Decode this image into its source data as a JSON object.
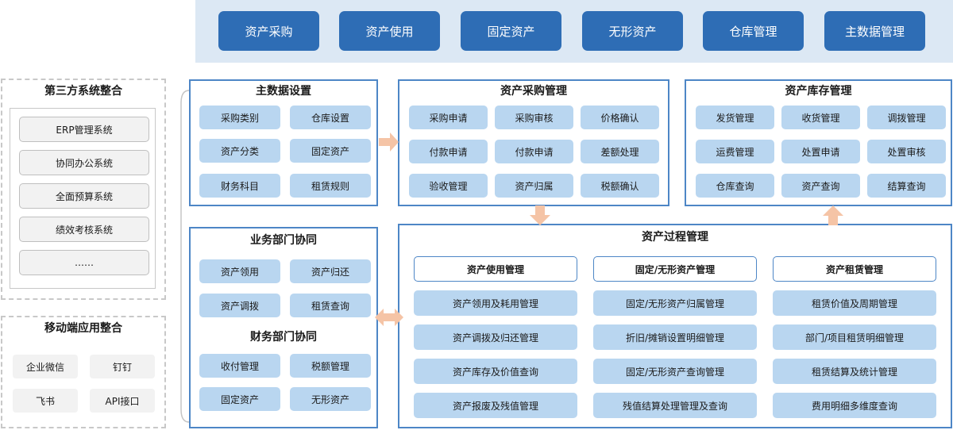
{
  "top_nav": [
    "资产采购",
    "资产使用",
    "固定资产",
    "无形资产",
    "仓库管理",
    "主数据管理"
  ],
  "third_party": {
    "title": "第三方系统整合",
    "items": [
      "ERP管理系统",
      "协同办公系统",
      "全面预算系统",
      "绩效考核系统",
      "……"
    ]
  },
  "mobile": {
    "title": "移动端应用整合",
    "items": [
      "企业微信",
      "钉钉",
      "飞书",
      "API接口"
    ]
  },
  "master_data": {
    "title": "主数据设置",
    "items": [
      "采购类别",
      "仓库设置",
      "资产分类",
      "固定资产",
      "财务科目",
      "租赁规则"
    ]
  },
  "procurement": {
    "title": "资产采购管理",
    "items": [
      "采购申请",
      "采购审核",
      "价格确认",
      "付款申请",
      "付款申请",
      "差额处理",
      "验收管理",
      "资产归属",
      "税额确认"
    ]
  },
  "inventory": {
    "title": "资产库存管理",
    "items": [
      "发货管理",
      "收货管理",
      "调拨管理",
      "运费管理",
      "处置申请",
      "处置审核",
      "仓库查询",
      "资产查询",
      "结算查询"
    ]
  },
  "business_dept": {
    "title": "业务部门协同",
    "items": [
      "资产领用",
      "资产归还",
      "资产调拨",
      "租赁查询"
    ]
  },
  "finance_dept": {
    "title": "财务部门协同",
    "items": [
      "收付管理",
      "税额管理",
      "固定资产",
      "无形资产"
    ]
  },
  "process": {
    "title": "资产过程管理",
    "columns": [
      {
        "title": "资产使用管理",
        "items": [
          "资产领用及耗用管理",
          "资产调拨及归还管理",
          "资产库存及价值查询",
          "资产报废及残值管理"
        ]
      },
      {
        "title": "固定/无形资产管理",
        "items": [
          "固定/无形资产归属管理",
          "折旧/摊销设置明细管理",
          "固定/无形资产查询管理",
          "残值结算处理管理及查询"
        ]
      },
      {
        "title": "资产租赁管理",
        "items": [
          "租赁价值及周期管理",
          "部门/项目租赁明细管理",
          "租赁结算及统计管理",
          "费用明细多维度查询"
        ]
      }
    ]
  },
  "colors": {
    "top_button": "#2e6db5",
    "top_band": "#dce8f4",
    "module_border": "#4d86c6",
    "cell_fill": "#b9d6f0",
    "arrow": "#f5c4a6"
  }
}
